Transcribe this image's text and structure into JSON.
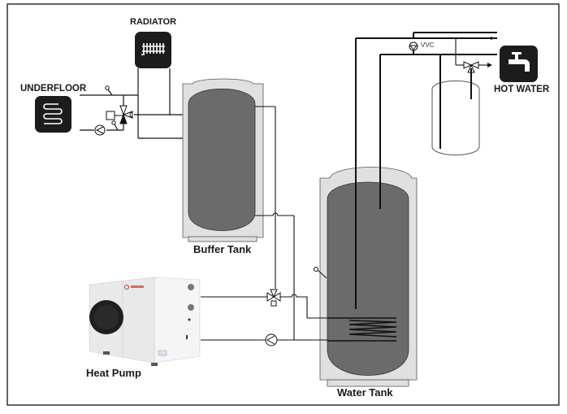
{
  "diagram": {
    "title": "Heat pump heating and hot water system schematic",
    "components": {
      "radiator": {
        "label": "RADIATOR",
        "icon": "radiator-icon"
      },
      "underfloor": {
        "label": "UNDERFLOOR",
        "icon": "underfloor-heating-icon"
      },
      "hot_water": {
        "label": "HOT WATER",
        "icon": "faucet-icon"
      },
      "buffer_tank": {
        "label": "Buffer Tank"
      },
      "water_tank": {
        "label": "Water Tank"
      },
      "heat_pump": {
        "label": "Heat Pump"
      },
      "vvc": {
        "label": "VVC"
      }
    },
    "colors": {
      "line": "#111111",
      "tank_inner": "#6b6b6b",
      "tank_shell": "#e0e0e0",
      "icon_bg": "#1c1c1c",
      "unit_body": "#eeeeee"
    }
  }
}
